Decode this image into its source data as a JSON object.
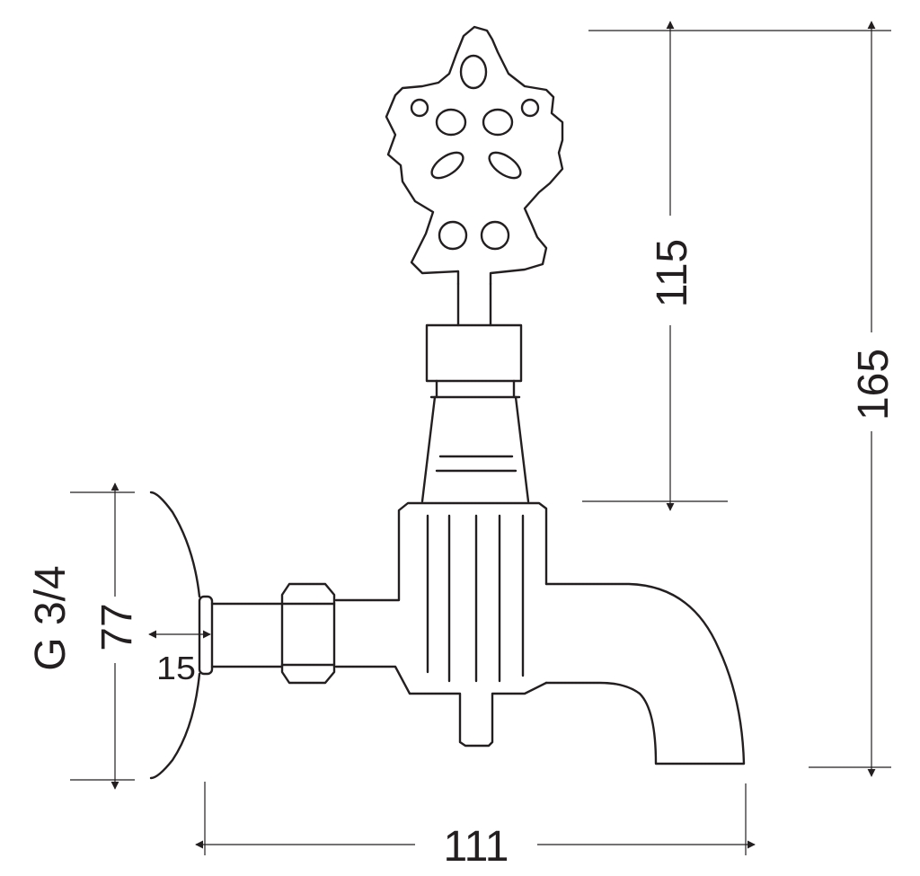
{
  "dimensions": {
    "overall_height": "165",
    "handle_height": "115",
    "width": "111",
    "wall_plate": "77",
    "thread": "G 3/4",
    "offset": "15"
  },
  "colors": {
    "line": "#231f20",
    "background": "#ffffff"
  }
}
